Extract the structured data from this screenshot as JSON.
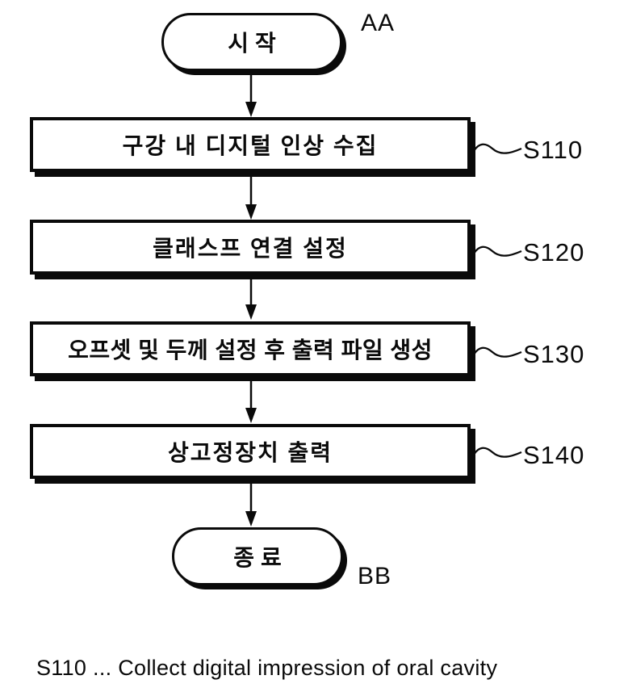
{
  "diagram": {
    "type": "flowchart",
    "top_corner_label": "AA",
    "bottom_corner_label": "BB",
    "start_terminal": "시작",
    "end_terminal": "종료",
    "steps": [
      {
        "text": "구강 내 디지털 인상 수집",
        "ref": "S110"
      },
      {
        "text": "클래스프 연결 설정",
        "ref": "S120"
      },
      {
        "text": "오프셋 및 두께 설정 후 출력 파일 생성",
        "ref": "S130"
      },
      {
        "text": "상고정장치 출력",
        "ref": "S140"
      }
    ],
    "caption": "S110 ... Collect digital impression of oral cavity"
  },
  "colors": {
    "ink": "#0a0a0a",
    "background": "#ffffff"
  }
}
